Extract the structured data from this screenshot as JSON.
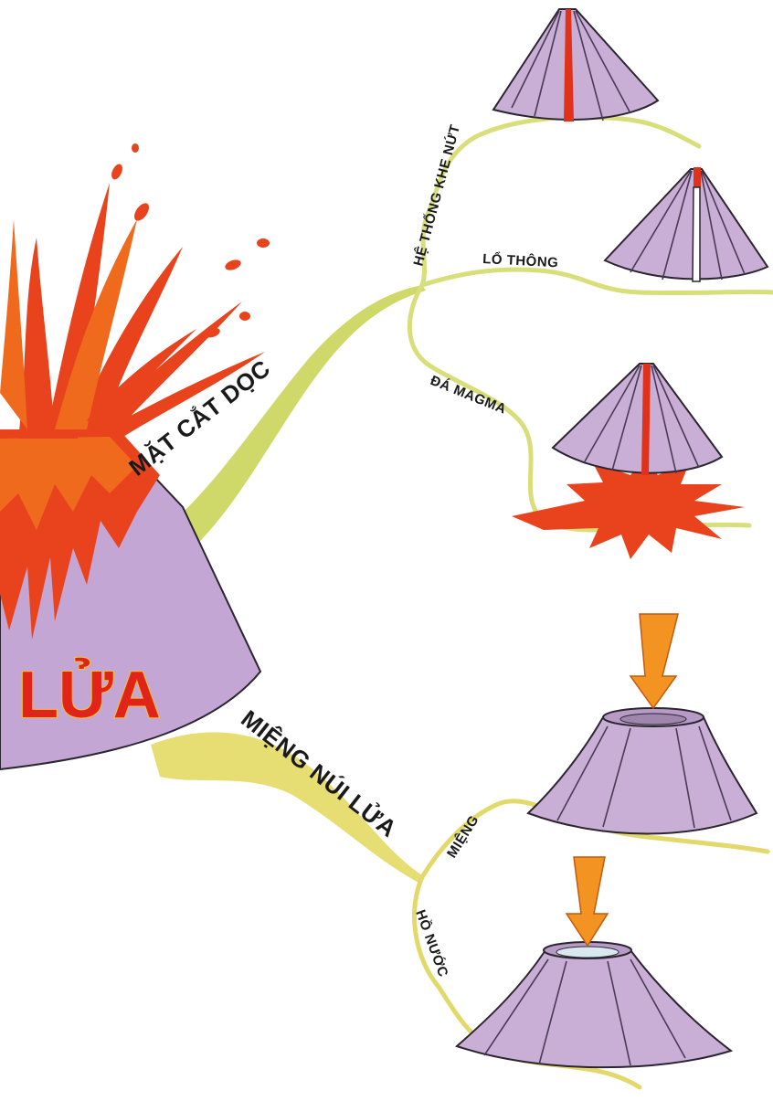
{
  "central": {
    "label": "LỬA"
  },
  "branches": [
    {
      "label": "MẶT CẮT DỌC",
      "children": [
        {
          "label": "HỆ THỐNG KHE NỨT",
          "icon": "volcano-fissure-icon"
        },
        {
          "label": "LỔ THÔNG",
          "icon": "volcano-vent-icon"
        },
        {
          "label": "ĐÁ MAGMA",
          "icon": "volcano-magma-icon"
        }
      ]
    },
    {
      "label": "MIỆNG NÚI LỬA",
      "children": [
        {
          "label": "MIỆNG",
          "icon": "volcano-crater-icon"
        },
        {
          "label": "HỒ NƯỚC",
          "icon": "volcano-crater-lake-icon"
        }
      ]
    }
  ],
  "colors": {
    "branch_yellow_green": "#d8df7a",
    "branch_yellow": "#e6dd73",
    "cone_purple": "#c9aed6",
    "lava_red": "#e8431c",
    "lava_orange": "#f06a1e",
    "arrow_orange": "#f39321",
    "title_red": "#e02419"
  }
}
